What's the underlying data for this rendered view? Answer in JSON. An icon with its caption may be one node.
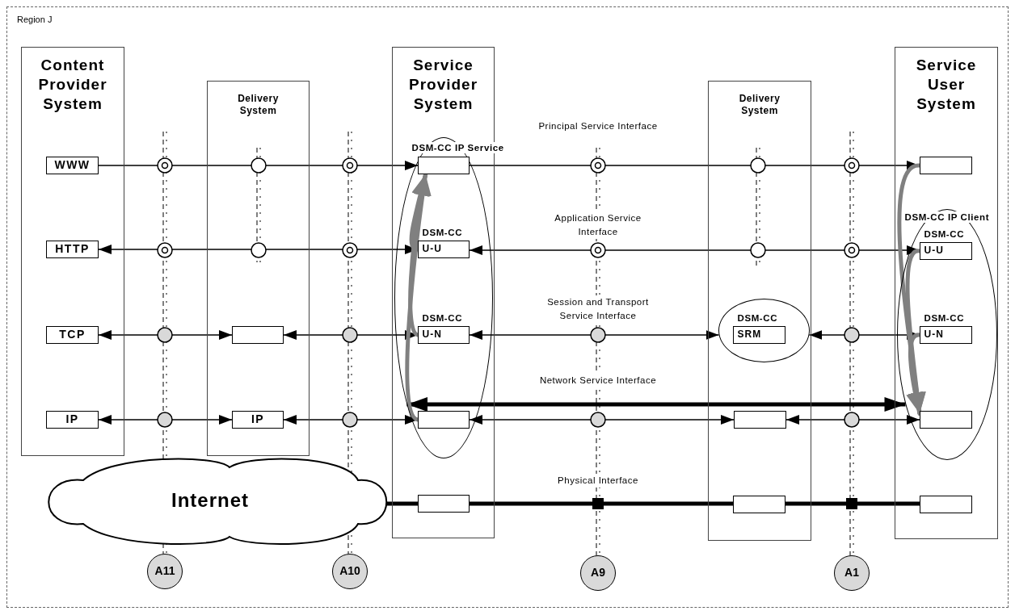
{
  "diagram": {
    "nodes": [
      {
        "text": [
          "Region J"
        ]
      },
      {
        "text": [
          "Content Provider System"
        ],
        "in": 0
      },
      {
        "text": [
          "WWW"
        ],
        "in": 1
      },
      {
        "text": [
          "HTTP"
        ],
        "in": 1
      },
      {
        "text": [
          "TCP"
        ],
        "in": 1
      },
      {
        "text": [
          "IP"
        ],
        "in": 1
      },
      {
        "text": [
          "Delivery System"
        ],
        "in": 0
      },
      {
        "text": [],
        "shape": "box",
        "in": 6
      },
      {
        "text": [
          "IP"
        ],
        "in": 6
      },
      {
        "text": [
          "Service Provider System"
        ],
        "in": 0
      },
      {
        "text": [
          "DSM-CC IP Service"
        ],
        "in": 9
      },
      {
        "text": [],
        "shape": "box",
        "in": 10
      },
      {
        "text": [
          "DSM-CC",
          "U-U"
        ],
        "in": 10
      },
      {
        "text": [
          "DSM-CC",
          "U-N"
        ],
        "in": 10
      },
      {
        "text": [],
        "shape": "box",
        "in": 10
      },
      {
        "text": [],
        "shape": "box",
        "in": 9
      },
      {
        "text": [
          "Delivery System"
        ],
        "in": 0
      },
      {
        "text": [],
        "shape": "ellipse",
        "in": 16
      },
      {
        "text": [
          "DSM-CC",
          "SRM"
        ],
        "in": 17
      },
      {
        "text": [],
        "shape": "box",
        "in": 16
      },
      {
        "text": [],
        "shape": "box",
        "in": 16
      },
      {
        "text": [
          "Service User System"
        ],
        "in": 0
      },
      {
        "text": [],
        "shape": "box",
        "in": 21
      },
      {
        "text": [
          "DSM-CC IP Client"
        ],
        "in": 21
      },
      {
        "text": [
          "DSM-CC",
          "U-U"
        ],
        "in": 23
      },
      {
        "text": [
          "DSM-CC",
          "U-N"
        ],
        "in": 23
      },
      {
        "text": [],
        "shape": "box",
        "in": 23
      },
      {
        "text": [],
        "shape": "box",
        "in": 21
      },
      {
        "text": [
          "Internet"
        ],
        "in": 0
      },
      {
        "text": [
          "A11"
        ],
        "in": 0
      },
      {
        "text": [
          "A10"
        ],
        "in": 0
      },
      {
        "text": [
          "A9"
        ],
        "in": 0
      },
      {
        "text": [
          "A1"
        ],
        "in": 0
      }
    ],
    "edges": [
      {
        "from": 2,
        "to": 11,
        "arrow": "to"
      },
      {
        "from": 11,
        "to": 22,
        "arrow": "to"
      },
      {
        "from": 3,
        "to": 12,
        "arrow": "both"
      },
      {
        "from": 12,
        "to": 24,
        "arrow": "both"
      },
      {
        "from": 4,
        "to": 7,
        "arrow": "both"
      },
      {
        "from": 7,
        "to": 13,
        "arrow": "both"
      },
      {
        "from": 13,
        "to": 17,
        "arrow": "both"
      },
      {
        "from": 17,
        "to": 25,
        "arrow": "both"
      },
      {
        "from": 5,
        "to": 8,
        "arrow": "both"
      },
      {
        "from": 8,
        "to": 14,
        "arrow": "both"
      },
      {
        "from": 14,
        "to": 19,
        "arrow": "both"
      },
      {
        "from": 19,
        "to": 26,
        "arrow": "both"
      },
      {
        "from": 10,
        "to": 23,
        "arrow": "both",
        "style": "thick"
      },
      {
        "from": 28,
        "to": 15,
        "arrow": "none",
        "style": "thick"
      },
      {
        "from": 15,
        "to": 20,
        "arrow": "none",
        "style": "thick"
      },
      {
        "from": 20,
        "to": 27,
        "arrow": "none",
        "style": "thick"
      },
      {
        "from": 14,
        "to": 11,
        "arrow": "to",
        "style": "thick",
        "color": "#808080"
      },
      {
        "from": 12,
        "to": 11,
        "arrow": "to",
        "style": "thick",
        "color": "#808080"
      },
      {
        "from": 13,
        "to": 11,
        "arrow": "to",
        "style": "thick",
        "color": "#808080"
      },
      {
        "from": 22,
        "to": 26,
        "arrow": "to",
        "style": "thick",
        "color": "#808080"
      },
      {
        "from": 24,
        "to": 26,
        "arrow": "to",
        "style": "thick",
        "color": "#808080"
      },
      {
        "from": 25,
        "to": 26,
        "arrow": "to",
        "style": "thick",
        "color": "#808080"
      }
    ],
    "labels": [
      "Principal Service Interface",
      "Application Service Interface",
      "Session and Transport Service Interface",
      "Network Service Interface",
      "Physical Interface"
    ]
  }
}
